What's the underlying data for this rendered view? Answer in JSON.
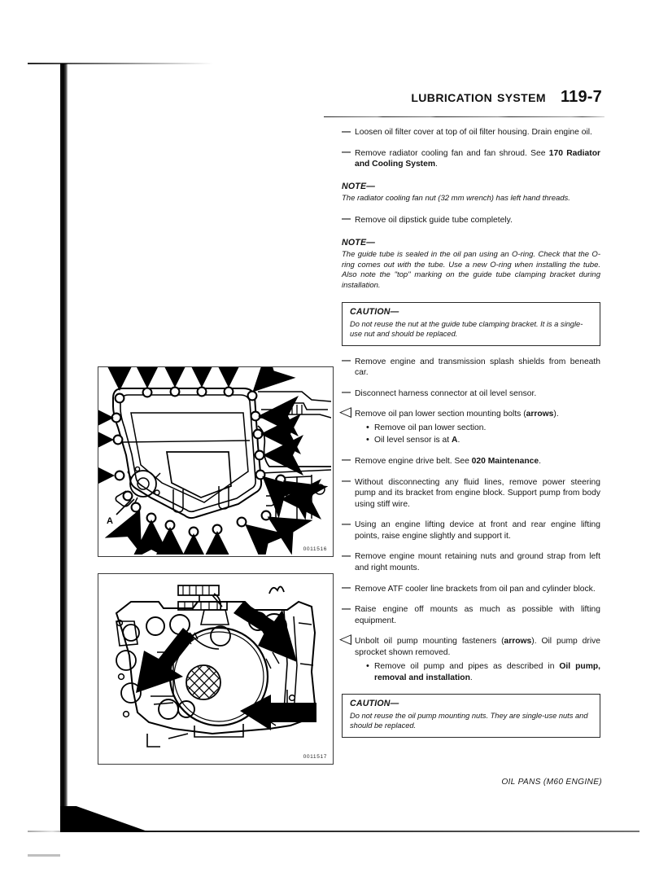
{
  "header": {
    "title": "Lubrication System",
    "page_number": "119-7"
  },
  "footer": {
    "text": "OIL PANS (M60 ENGINE)"
  },
  "content": {
    "step1": "Loosen oil filter cover at top of oil filter housing. Drain engine oil.",
    "step2_a": "Remove radiator cooling fan and fan shroud. See ",
    "step2_b": "170 Radiator and Cooling System",
    "step2_c": ".",
    "note1_title": "NOTE—",
    "note1_body": "The radiator cooling fan nut (32 mm wrench) has left hand threads.",
    "step3": "Remove oil dipstick guide tube completely.",
    "note2_title": "NOTE—",
    "note2_body": "The guide tube is sealed in the oil pan using an O-ring. Check that the O-ring comes out with the tube. Use a new O-ring when installing the tube. Also note the \"top\" marking on the guide tube clamping bracket during installation.",
    "caution1_title": "CAUTION—",
    "caution1_body": "Do not reuse the nut at the guide tube clamping bracket. It is a single-use nut and should be replaced.",
    "step4": "Remove engine and transmission splash shields from beneath car.",
    "step5": "Disconnect harness connector at oil level sensor.",
    "step6_a": "Remove oil pan lower section mounting bolts (",
    "step6_b": "arrows",
    "step6_c": ").",
    "step6_sub1": "Remove oil pan lower section.",
    "step6_sub2_a": "Oil level sensor is at ",
    "step6_sub2_b": "A",
    "step6_sub2_c": ".",
    "step7_a": "Remove engine drive belt. See ",
    "step7_b": "020 Maintenance",
    "step7_c": ".",
    "step8": "Without disconnecting any fluid lines, remove power steering pump and its bracket from engine block. Support pump from body using stiff wire.",
    "step9": "Using an engine lifting device at front and rear engine lifting points, raise engine slightly and support it.",
    "step10": "Remove engine mount retaining nuts and ground strap from left and right mounts.",
    "step11": "Remove ATF cooler line brackets from oil pan and cylinder block.",
    "step12": "Raise engine off mounts as much as possible with lifting equipment.",
    "step13_a": "Unbolt oil pump mounting fasteners (",
    "step13_b": "arrows",
    "step13_c": "). Oil pump drive sprocket shown removed.",
    "step13_sub_a": "Remove oil pump and pipes as described in ",
    "step13_sub_b": "Oil pump, removal and installation",
    "step13_sub_c": ".",
    "caution2_title": "CAUTION—",
    "caution2_body": "Do not reuse the oil pump mounting nuts. They are single-use nuts and should be replaced."
  },
  "figures": {
    "oil_pan": {
      "id_code": "0011516",
      "callout_a": "A"
    },
    "oil_pump": {
      "id_code": "0011517"
    }
  },
  "colors": {
    "ink": "#141414",
    "paper": "#ffffff",
    "rule": "#2a2a2a"
  }
}
